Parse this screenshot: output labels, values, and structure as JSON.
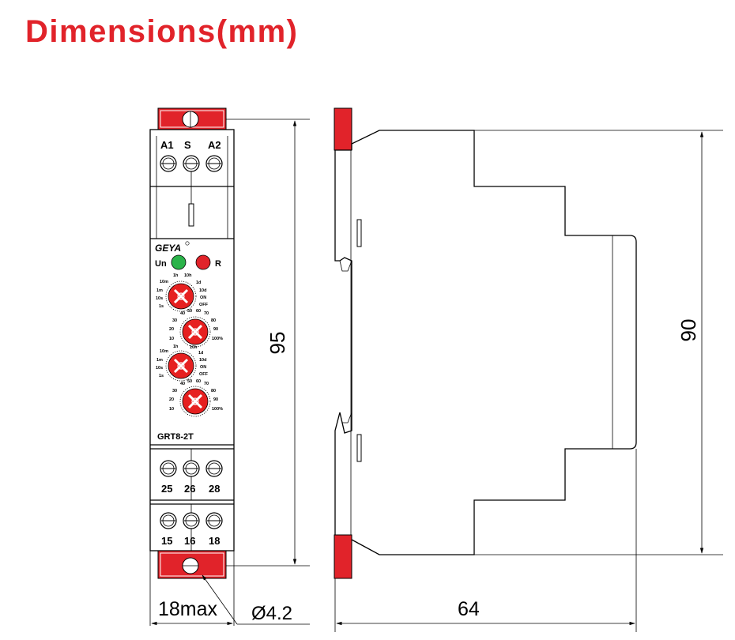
{
  "title": "Dimensions(mm)",
  "colors": {
    "accent": "#e1232a",
    "dial": "#e62020",
    "led_green": "#2bb34a",
    "led_red": "#e1232a",
    "line": "#000000"
  },
  "front_view": {
    "brand": "GEYA",
    "model": "GRT8-2T",
    "top_terminals": [
      "A1",
      "S",
      "A2"
    ],
    "led_labels": {
      "power": "Un",
      "relay": "R"
    },
    "middle_terminals": [
      "25",
      "26",
      "28"
    ],
    "bottom_terminals": [
      "15",
      "16",
      "18"
    ],
    "time_dial": {
      "left": [
        "10m",
        "1m",
        "10s",
        "1s"
      ],
      "top": [
        "1h",
        "10h"
      ],
      "right": [
        "1d",
        "10d",
        "ON",
        "OFF"
      ]
    },
    "percent_dial": {
      "top": [
        "40",
        "50",
        "60",
        "70"
      ],
      "left": [
        "30",
        "20",
        "10"
      ],
      "right": [
        "80",
        "90",
        "100%"
      ]
    }
  },
  "dimensions": {
    "height_front": "95",
    "height_side": "90",
    "width": "18max",
    "depth": "64",
    "hole": "Ø4.2"
  }
}
